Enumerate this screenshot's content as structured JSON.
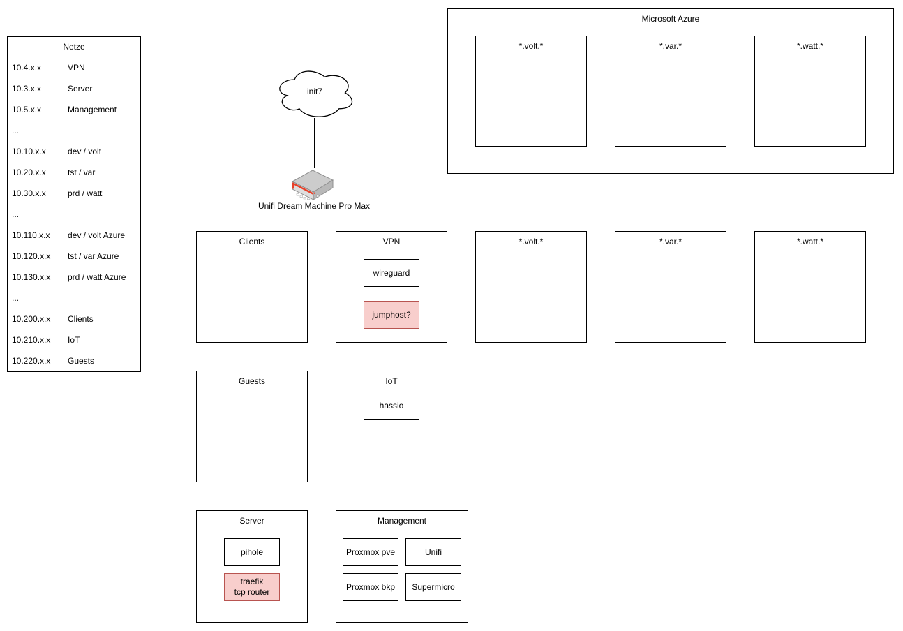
{
  "table": {
    "title": "Netze",
    "rows": [
      {
        "ip": "10.4.x.x",
        "name": "VPN"
      },
      {
        "ip": "10.3.x.x",
        "name": "Server"
      },
      {
        "ip": "10.5.x.x",
        "name": "Management"
      },
      {
        "ip": "...",
        "name": ""
      },
      {
        "ip": "10.10.x.x",
        "name": "dev / volt"
      },
      {
        "ip": "10.20.x.x",
        "name": "tst / var"
      },
      {
        "ip": "10.30.x.x",
        "name": "prd / watt"
      },
      {
        "ip": "...",
        "name": ""
      },
      {
        "ip": "10.110.x.x",
        "name": "dev / volt Azure"
      },
      {
        "ip": "10.120.x.x",
        "name": "tst / var Azure"
      },
      {
        "ip": "10.130.x.x",
        "name": "prd / watt Azure"
      },
      {
        "ip": "...",
        "name": ""
      },
      {
        "ip": "10.200.x.x",
        "name": "Clients"
      },
      {
        "ip": "10.210.x.x",
        "name": "IoT"
      },
      {
        "ip": "10.220.x.x",
        "name": "Guests"
      }
    ]
  },
  "cloud": {
    "label": "init7"
  },
  "router": {
    "label": "Unifi Dream Machine Pro Max"
  },
  "azure": {
    "title": "Microsoft Azure",
    "subnets": [
      {
        "label": "*.volt.*"
      },
      {
        "label": "*.var.*"
      },
      {
        "label": "*.watt.*"
      }
    ]
  },
  "row2": {
    "clients": {
      "title": "Clients"
    },
    "vpn": {
      "title": "VPN",
      "wireguard": "wireguard",
      "jumphost": "jumphost?"
    },
    "volt": {
      "title": "*.volt.*"
    },
    "var": {
      "title": "*.var.*"
    },
    "watt": {
      "title": "*.watt.*"
    }
  },
  "row3": {
    "guests": {
      "title": "Guests"
    },
    "iot": {
      "title": "IoT",
      "hassio": "hassio"
    }
  },
  "row4": {
    "server": {
      "title": "Server",
      "pihole": "pihole",
      "traefik": "traefik\ntcp router"
    },
    "management": {
      "title": "Management",
      "items": [
        "Proxmox pve",
        "Unifi",
        "Proxmox bkp",
        "Supermicro"
      ]
    }
  },
  "colors": {
    "highlight_fill": "#f8cecc",
    "highlight_stroke": "#b85450",
    "box_stroke": "#000000",
    "router_accent": "#e8412a"
  }
}
